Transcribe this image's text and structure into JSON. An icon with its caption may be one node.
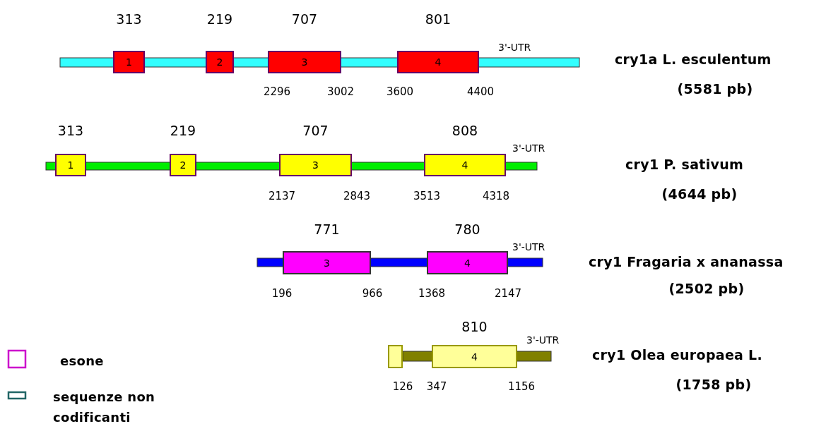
{
  "diagram": {
    "nodes": [
      {
        "text": [
          "1"
        ],
        "beside": [
          "313"
        ]
      },
      {
        "text": [
          "2"
        ],
        "beside": [
          "219"
        ]
      },
      {
        "text": [
          "3"
        ],
        "beside": [
          "707"
        ]
      },
      {
        "text": [
          "4"
        ],
        "beside": [
          "801"
        ]
      },
      {
        "text": [
          "1"
        ],
        "beside": [
          "313"
        ]
      },
      {
        "text": [
          "2"
        ],
        "beside": [
          "219"
        ]
      },
      {
        "text": [
          "3"
        ],
        "beside": [
          "707"
        ]
      },
      {
        "text": [
          "4"
        ],
        "beside": [
          "808"
        ]
      },
      {
        "text": [
          "3"
        ],
        "beside": [
          "771"
        ]
      },
      {
        "text": [
          "4"
        ],
        "beside": [
          "780"
        ]
      },
      {
        "text": [],
        "shape": "box"
      },
      {
        "text": [
          "4"
        ],
        "beside": [
          "810"
        ]
      }
    ],
    "labels": [
      "3'-UTR",
      "cry1a L. esculentum",
      "2296",
      "3002",
      "3600",
      "4400",
      "(5581 pb)",
      "3'-UTR",
      "cry1 P. sativum",
      "2137",
      "2843",
      "3513",
      "4318",
      "(4644 pb)",
      "3'-UTR",
      "cry1 Fragaria x ananassa",
      "196",
      "966",
      "1368",
      "2147",
      "(2502 pb)",
      "3'-UTR",
      "cry1 Olea europaea L.",
      "126",
      "347",
      "1156",
      "(1758 pb)"
    ],
    "legend": [
      {
        "text": "esone"
      },
      {
        "text": "sequenze non codificanti"
      }
    ]
  }
}
